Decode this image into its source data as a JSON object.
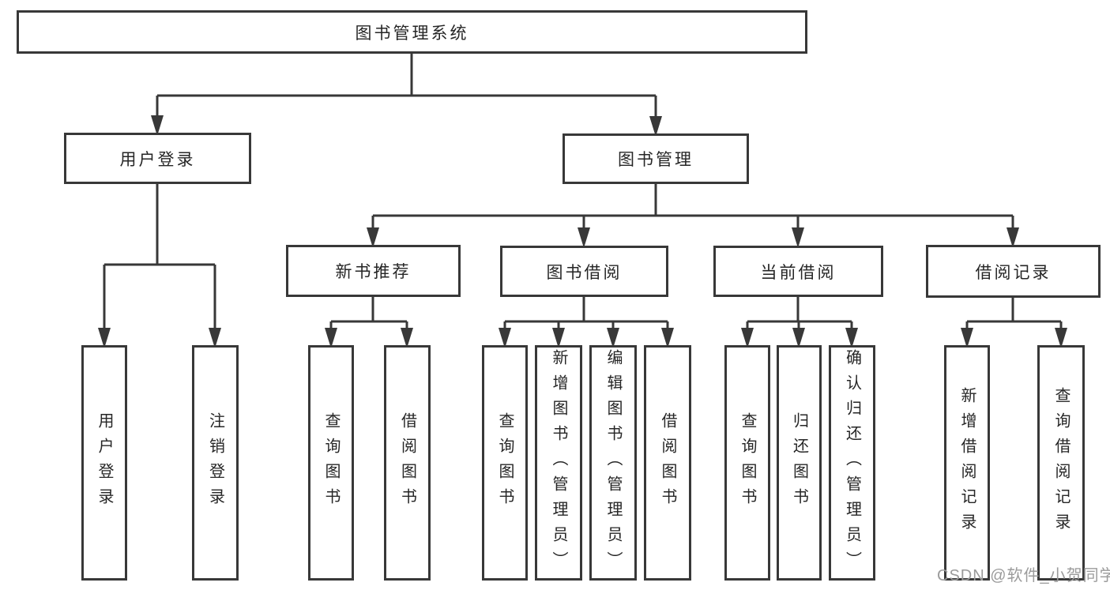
{
  "colors": {
    "line": "#383838",
    "text": "#262626",
    "watermark": "#9b9b9b"
  },
  "tree": {
    "label": "图书管理系统",
    "children": [
      {
        "label": "用户登录",
        "children": [
          {
            "label": "用户登录"
          },
          {
            "label": "注销登录"
          }
        ]
      },
      {
        "label": "图书管理",
        "children": [
          {
            "label": "新书推荐",
            "children": [
              {
                "label": "查询图书"
              },
              {
                "label": "借阅图书"
              }
            ]
          },
          {
            "label": "图书借阅",
            "children": [
              {
                "label": "查询图书"
              },
              {
                "label": "新增图书（管理员）"
              },
              {
                "label": "编辑图书（管理员）"
              },
              {
                "label": "借阅图书"
              }
            ]
          },
          {
            "label": "当前借阅",
            "children": [
              {
                "label": "查询图书"
              },
              {
                "label": "归还图书"
              },
              {
                "label": "确认归还（管理员）"
              }
            ]
          },
          {
            "label": "借阅记录",
            "children": [
              {
                "label": "新增借阅记录"
              },
              {
                "label": "查询借阅记录"
              }
            ]
          }
        ]
      }
    ]
  },
  "watermark": {
    "text": "CSDN @软件_小贺同学"
  }
}
